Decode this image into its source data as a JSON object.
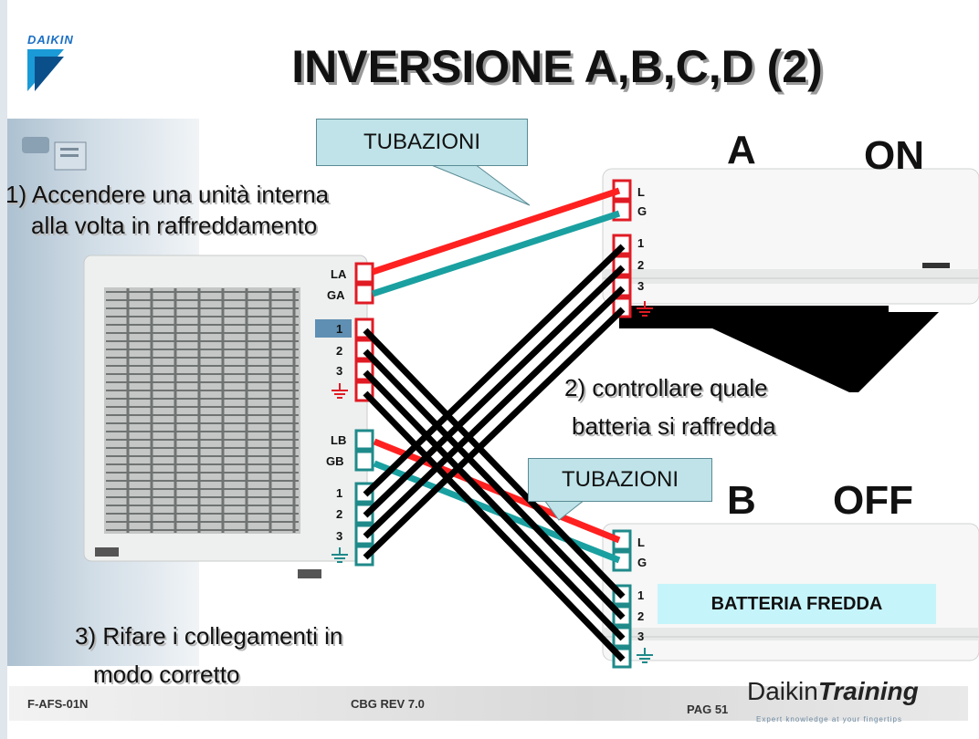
{
  "logo": {
    "text": "DAIKIN"
  },
  "title": "INVERSIONE A,B,C,D (2)",
  "callouts": {
    "tubazioni_top": "TUBAZIONI",
    "tubazioni_bottom": "TUBAZIONI"
  },
  "units": {
    "a": {
      "letter": "A",
      "state": "ON"
    },
    "b": {
      "letter": "B",
      "state": "OFF"
    }
  },
  "steps": {
    "s1_line1": "1) Accendere una unità interna",
    "s1_line2": "alla volta in raffreddamento",
    "s2_line1": "2) controllare quale",
    "s2_line2": "batteria si raffredda",
    "s3_line1": "3) Rifare i collegamenti in",
    "s3_line2": "modo corretto"
  },
  "outdoor_terminals": {
    "a": [
      "LA",
      "GA",
      "1",
      "2",
      "3"
    ],
    "b": [
      "LB",
      "GB",
      "1",
      "2",
      "3"
    ]
  },
  "indoor_terminals": {
    "a": [
      "L",
      "G",
      "1",
      "2",
      "3"
    ],
    "b": [
      "L",
      "G",
      "1",
      "2",
      "3"
    ]
  },
  "badge": "BATTERIA FREDDA",
  "footer": {
    "code": "F-AFS-01N",
    "rev": "CBG REV 7.0",
    "page": "PAG 51",
    "brand_plain": "Daikin",
    "brand_bold": "Training",
    "tagline": "Expert knowledge at your fingertips"
  },
  "colors": {
    "unit_a_terminal": "#e01b24",
    "unit_b_terminal": "#1f8a8a",
    "liquid_pipe": "#ff2020",
    "gas_pipe": "#1aa0a0",
    "wire": "#000000",
    "callout_fill": "#bfe3e8",
    "badge_fill": "#c6f4fb"
  }
}
